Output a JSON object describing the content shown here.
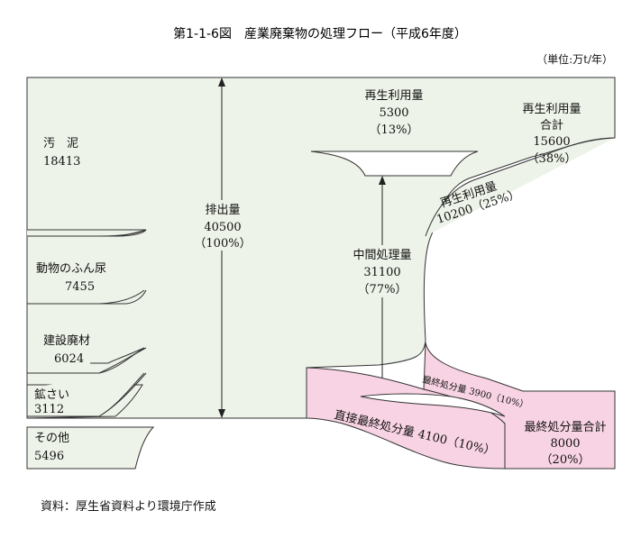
{
  "title": "第1-1-6図　産業廃棄物の処理フロー（平成6年度）",
  "unit": "（単位:万t/年）",
  "colors": {
    "flow": "#eef3e9",
    "pink": "#f8d3e3",
    "line": "#333333"
  },
  "sources": [
    {
      "name": "汚　泥",
      "value": "18413"
    },
    {
      "name": "動物のふん尿",
      "value": "7455"
    },
    {
      "name": "建設廃材",
      "value": "6024"
    },
    {
      "name": "鉱さい",
      "value": "3112"
    },
    {
      "name": "その他",
      "value": "5496"
    }
  ],
  "emission": {
    "label": "排出量",
    "value": "40500",
    "pct": "（100%）"
  },
  "intermediate": {
    "label": "中間処理量",
    "value": "31100",
    "pct": "（77%）"
  },
  "recycle_direct": {
    "label": "再生利用量",
    "value": "5300",
    "pct": "（13%）"
  },
  "recycle_after": {
    "label": "再生利用量",
    "value": "10200（25%）"
  },
  "recycle_total": {
    "label1": "再生利用量",
    "label2": "合計",
    "value": "15600",
    "pct": "（38%）"
  },
  "final_after": {
    "label": "最終処分量 3900（10%）"
  },
  "final_direct": {
    "label": "直接最終処分量 4100（10%）"
  },
  "final_total": {
    "label": "最終処分量合計",
    "value": "8000",
    "pct": "（20%）"
  },
  "source_note": "資料：厚生省資料より環境庁作成"
}
